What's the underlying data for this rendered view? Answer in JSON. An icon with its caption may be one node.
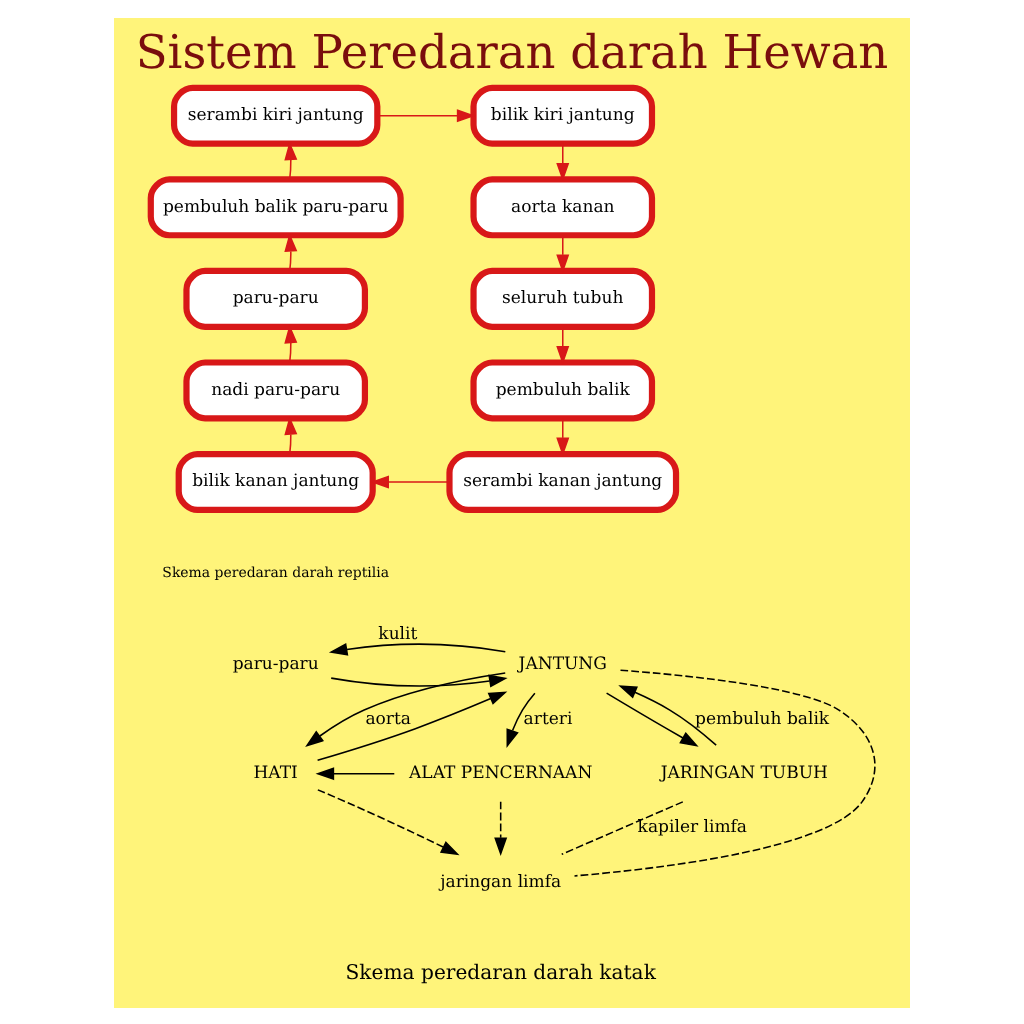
{
  "diagram": {
    "title": "Sistem Peredaran darah Hewan",
    "nodes": [
      {
        "text": [
          "serambi kiri jantung"
        ]
      },
      {
        "text": [
          "bilik kiri jantung"
        ]
      },
      {
        "text": [
          "pembuluh balik paru-paru"
        ]
      },
      {
        "text": [
          "aorta kanan"
        ]
      },
      {
        "text": [
          "paru-paru"
        ]
      },
      {
        "text": [
          "seluruh tubuh"
        ]
      },
      {
        "text": [
          "nadi paru-paru"
        ]
      },
      {
        "text": [
          "pembuluh balik"
        ]
      },
      {
        "text": [
          "bilik kanan jantung"
        ]
      },
      {
        "text": [
          "serambi kanan jantung"
        ]
      },
      {
        "text": [
          "paru-paru"
        ]
      },
      {
        "text": [
          "JANTUNG"
        ]
      },
      {
        "text": [
          "HATI"
        ]
      },
      {
        "text": [
          "ALAT PENCERNAAN"
        ]
      },
      {
        "text": [
          "JARINGAN TUBUH"
        ]
      },
      {
        "text": [
          "jaringan limfa"
        ]
      }
    ],
    "edges": [
      {
        "from": 0,
        "to": 1,
        "arrow": "to",
        "color": "#d81818"
      },
      {
        "from": 1,
        "to": 3,
        "arrow": "to",
        "color": "#d81818"
      },
      {
        "from": 3,
        "to": 5,
        "arrow": "to",
        "color": "#d81818"
      },
      {
        "from": 5,
        "to": 7,
        "arrow": "to",
        "color": "#d81818"
      },
      {
        "from": 7,
        "to": 9,
        "arrow": "to",
        "color": "#d81818"
      },
      {
        "from": 9,
        "to": 8,
        "arrow": "to",
        "color": "#d81818"
      },
      {
        "from": 8,
        "to": 6,
        "arrow": "to",
        "color": "#d81818"
      },
      {
        "from": 6,
        "to": 4,
        "arrow": "to",
        "color": "#d81818"
      },
      {
        "from": 4,
        "to": 2,
        "arrow": "to",
        "color": "#d81818"
      },
      {
        "from": 2,
        "to": 0,
        "arrow": "to",
        "color": "#d81818"
      },
      {
        "from": 10,
        "to": 11,
        "arrow": "to"
      },
      {
        "from": 11,
        "to": 10,
        "label": "kulit",
        "arrow": "to"
      },
      {
        "from": 11,
        "to": 12,
        "label": "aorta",
        "arrow": "to"
      },
      {
        "from": 11,
        "to": 13,
        "label": "arteri",
        "arrow": "to"
      },
      {
        "from": 11,
        "to": 14,
        "arrow": "to"
      },
      {
        "from": 12,
        "to": 11,
        "arrow": "to"
      },
      {
        "from": 13,
        "to": 12,
        "arrow": "to"
      },
      {
        "from": 14,
        "to": 11,
        "label": "pembuluh balik",
        "arrow": "to"
      },
      {
        "from": 12,
        "to": 15,
        "arrow": "to",
        "style": "dashed"
      },
      {
        "from": 13,
        "to": 15,
        "arrow": "to",
        "style": "dashed"
      },
      {
        "from": 14,
        "to": 15,
        "label": "kapiler limfa",
        "arrow": "none",
        "style": "dashed"
      },
      {
        "from": 15,
        "to": 11,
        "arrow": "none",
        "style": "dashed"
      }
    ],
    "labels": [
      "Skema peredaran darah reptilia",
      "Skema peredaran darah katak"
    ]
  }
}
